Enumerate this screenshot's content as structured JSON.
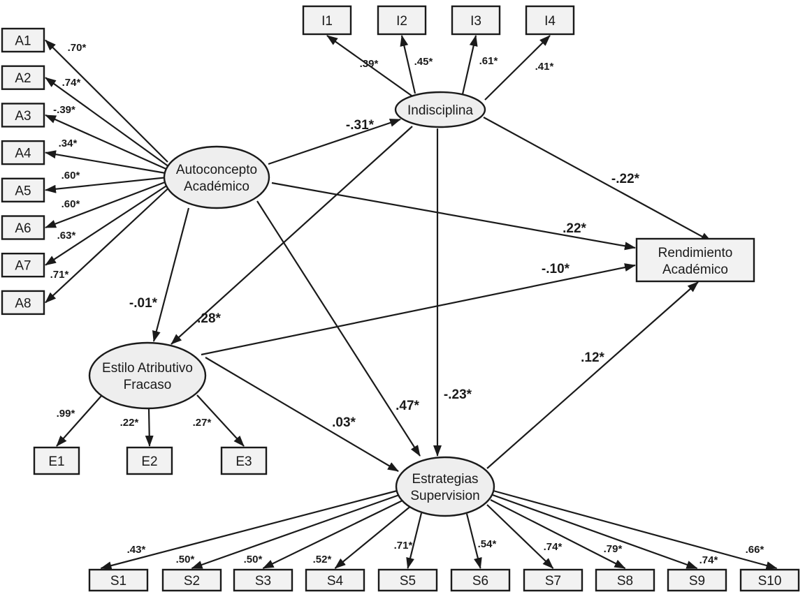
{
  "latents": {
    "autoconcepto": [
      "Autoconcepto",
      "Académico"
    ],
    "indisciplina": [
      "Indisciplina"
    ],
    "estilo": [
      "Estilo Atributivo",
      "Fracaso"
    ],
    "estrategias": [
      "Estrategias",
      "Supervision"
    ]
  },
  "outcome": [
    "Rendimiento",
    "Académico"
  ],
  "indicators": {
    "A": [
      "A1",
      "A2",
      "A3",
      "A4",
      "A5",
      "A6",
      "A7",
      "A8"
    ],
    "I": [
      "I1",
      "I2",
      "I3",
      "I4"
    ],
    "E": [
      "E1",
      "E2",
      "E3"
    ],
    "S": [
      "S1",
      "S2",
      "S3",
      "S4",
      "S5",
      "S6",
      "S7",
      "S8",
      "S9",
      "S10"
    ]
  },
  "loadings": {
    "A": [
      ".70*",
      ".74*",
      "-.39*",
      ".34*",
      ".60*",
      ".60*",
      ".63*",
      ".71*"
    ],
    "I": [
      ".39*",
      ".45*",
      ".61*",
      ".41*"
    ],
    "E": [
      ".99*",
      ".22*",
      ".27*"
    ],
    "S": [
      ".43*",
      ".50*",
      ".50*",
      ".52*",
      ".71*",
      ".54*",
      ".74*",
      ".79*",
      ".74*",
      ".66*"
    ]
  },
  "paths": [
    {
      "from": "autoconcepto",
      "to": "indisciplina",
      "label": "-.31*"
    },
    {
      "from": "indisciplina",
      "to": "rendimiento",
      "label": "-.22*"
    },
    {
      "from": "autoconcepto",
      "to": "rendimiento",
      "label": ".22*"
    },
    {
      "from": "estilo",
      "to": "rendimiento",
      "label": "-.10*"
    },
    {
      "from": "autoconcepto",
      "to": "estilo",
      "label": "-.01*"
    },
    {
      "from": "indisciplina",
      "to": "estilo",
      "label": ".28*"
    },
    {
      "from": "estrategias",
      "to": "rendimiento",
      "label": ".12*"
    },
    {
      "from": "autoconcepto",
      "to": "estrategias",
      "label": ".47*"
    },
    {
      "from": "indisciplina",
      "to": "estrategias",
      "label": "-.23*"
    },
    {
      "from": "estilo",
      "to": "estrategias",
      "label": ".03*"
    }
  ]
}
